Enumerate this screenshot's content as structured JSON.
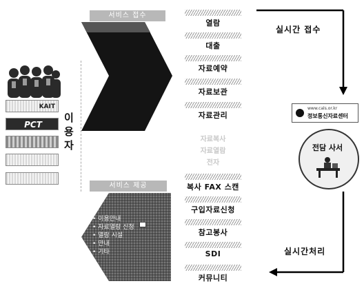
{
  "banners": {
    "service_top": "서비스 접수",
    "service_provide": "서비스 제공"
  },
  "user_label": [
    "이",
    "용",
    "자"
  ],
  "logos": [
    "KAIT",
    "PCT",
    "",
    "",
    ""
  ],
  "services": [
    "열람",
    "대출",
    "자료예약",
    "자료보관",
    "자료관리"
  ],
  "faded_services": [
    "자료복사",
    "자료열람",
    "전자"
  ],
  "services_lower": [
    "복사 FAX 스캔",
    "구입자료신청",
    "참고봉사",
    "SDI",
    "커뮤니티"
  ],
  "sublist_items": [
    "• 이용안내",
    "• 자료열람 신청",
    "• 열람 시설",
    "• 안내",
    "• 기타"
  ],
  "flow": {
    "realtime_receive": "실시간 접수",
    "realtime_process": "실시간처리",
    "librarian": "전담 사서",
    "center_name": "정보통신자료센터",
    "center_url": "www.cals.or.kr"
  }
}
